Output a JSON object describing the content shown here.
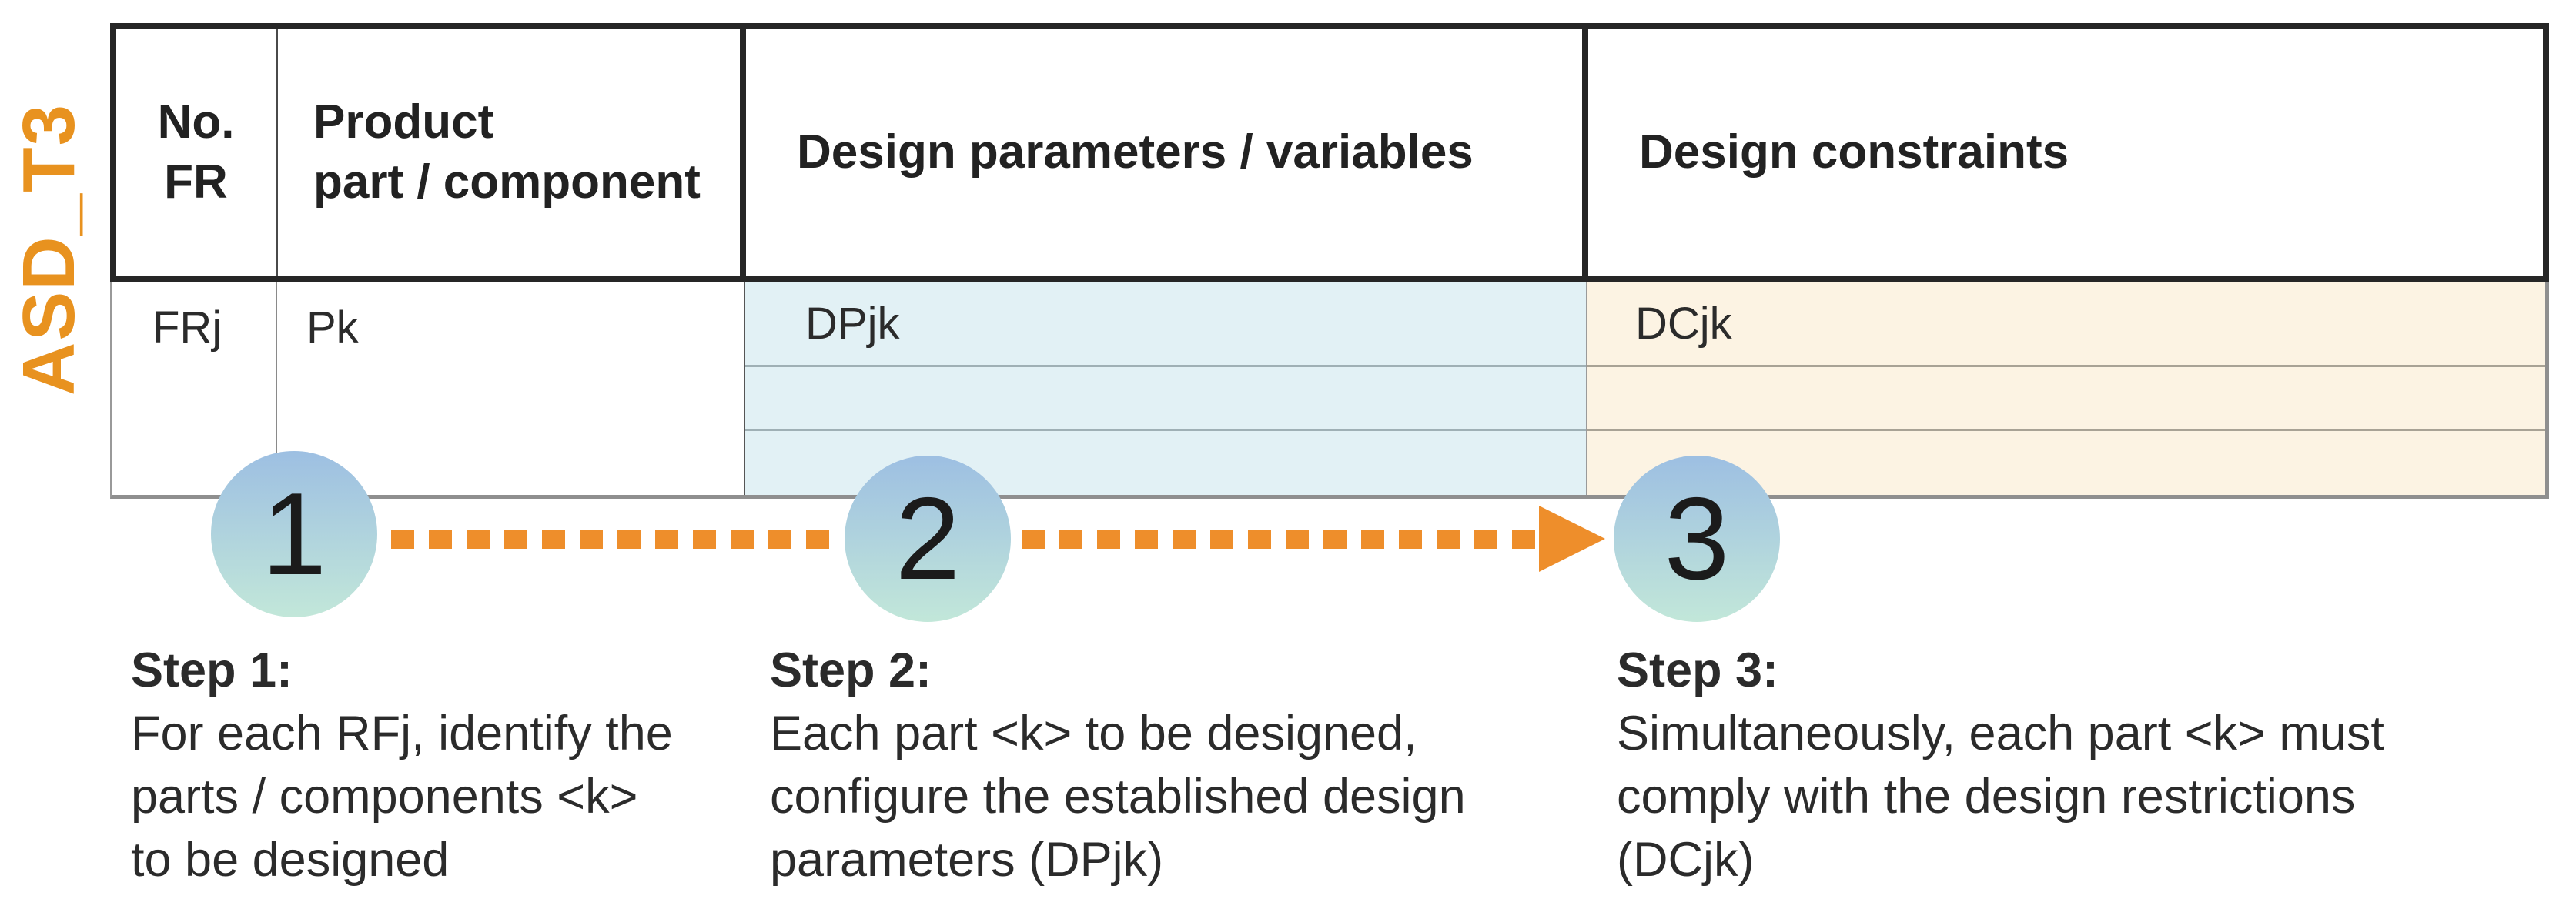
{
  "side_label": "ASD_T3",
  "table": {
    "col1_header_line1": "No.",
    "col1_header_line2": "FR",
    "col2_header_line1": "Product",
    "col2_header_line2": "part / component",
    "col3_header": "Design parameters / variables",
    "col4_header": "Design constraints",
    "row": {
      "no": "FRj",
      "part": "Pk",
      "dp": "DPjk",
      "dc": "DCjk"
    }
  },
  "steps": [
    {
      "number": "1",
      "title": "Step 1:",
      "lines": [
        "For each RFj, identify the",
        "parts / components <k>",
        "to be designed"
      ]
    },
    {
      "number": "2",
      "title": "Step 2:",
      "lines": [
        "Each part <k> to be designed,",
        "configure the established design",
        "parameters (DPjk)"
      ]
    },
    {
      "number": "3",
      "title": "Step 3:",
      "lines": [
        "Simultaneously, each part <k> must",
        "comply with the design restrictions",
        "(DCjk)"
      ]
    }
  ],
  "colors": {
    "accent_orange": "#E8921F",
    "arrow_orange": "#EE8E2B",
    "dp_cell_bg": "#E2F1F5",
    "dc_cell_bg": "#FCF3E3",
    "circle_top": "#9DBFE2",
    "circle_bottom": "#C2E7D9"
  }
}
